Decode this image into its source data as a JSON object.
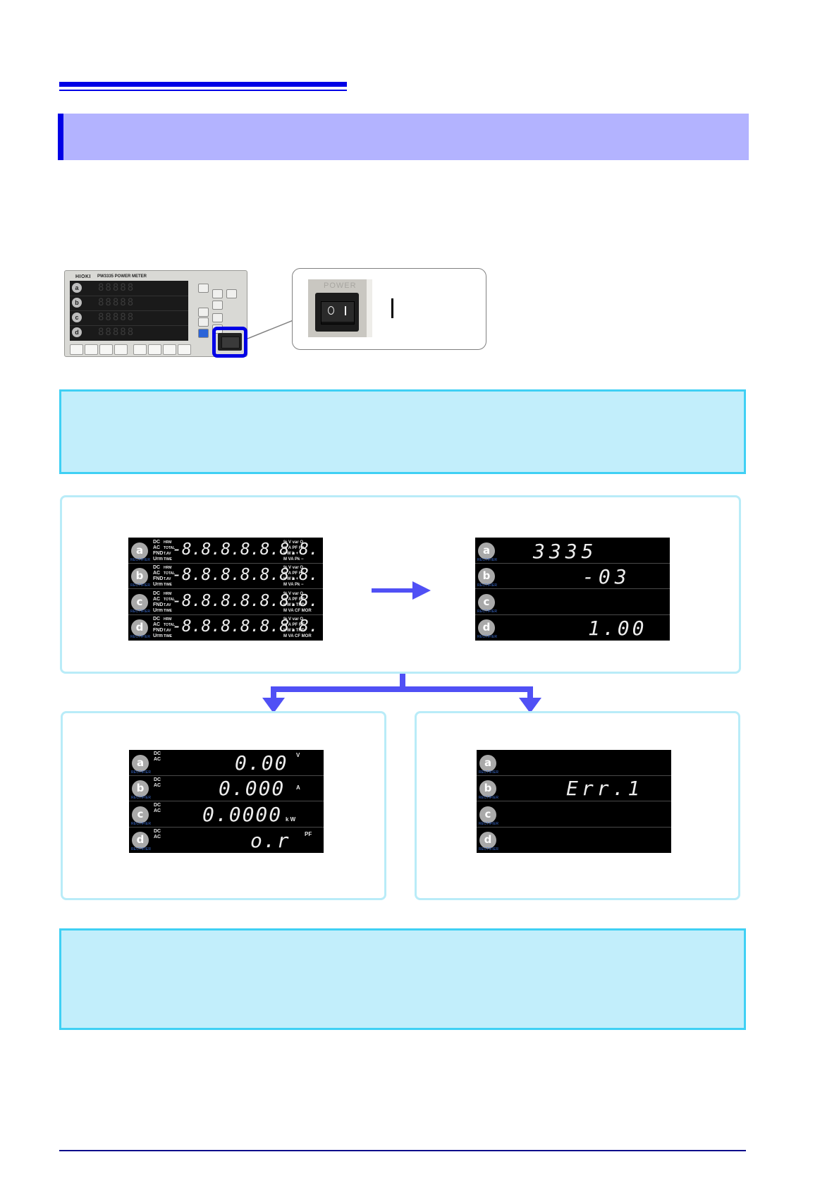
{
  "front_panel": {
    "brand": "HIOKI",
    "model": "PW3335 POWER METER",
    "channels": [
      "a",
      "b",
      "c",
      "d"
    ]
  },
  "callout": {
    "power_label": "POWER",
    "on_symbol": "I"
  },
  "display_selftest": {
    "mode_labels": [
      "DC",
      "AC",
      "FND",
      "Urm"
    ],
    "mode_sublabels": [
      "HRM",
      "TOTAL",
      "T.AV",
      "TIME"
    ],
    "channels": [
      "a",
      "b",
      "c",
      "d"
    ],
    "rectifier_label": "RECTIFIER",
    "rows": [
      {
        "digits": "-8.8.8.8.8.8.8.",
        "units": [
          "% V var O",
          "m A PF Hz",
          "k W h +",
          "M VA Pk −"
        ]
      },
      {
        "digits": "-8.8.8.8.8.8.8.",
        "units": [
          "% V var O",
          "m A PF Hz",
          "k W h +",
          "M VA Pk −"
        ]
      },
      {
        "digits": "-8.8.8.8.8.8.8.",
        "units": [
          "% V var O",
          "m A PF RF",
          "k W h THD",
          "M VA CF MOR"
        ]
      },
      {
        "digits": "-8.8.8.8.8.8.8.",
        "units": [
          "% V var O",
          "m A PF RF",
          "k W h THD",
          "M VA CF MOR"
        ]
      }
    ]
  },
  "display_version": {
    "channels": [
      "a",
      "b",
      "c",
      "d"
    ],
    "rectifier_label": "RECTIFIER",
    "rows": [
      "3335",
      "-03",
      "",
      "1.00"
    ]
  },
  "display_measure": {
    "channels": [
      "a",
      "b",
      "c",
      "d"
    ],
    "rectifier_label": "RECTIFIER",
    "mode_top": "DC",
    "mode_bottom": "AC",
    "rows": [
      {
        "value": "0.00",
        "unit": "V"
      },
      {
        "value": "0.000",
        "unit": "A"
      },
      {
        "value": "0.0000",
        "unit": "k  W"
      },
      {
        "value": "o.r",
        "unit": "PF"
      }
    ]
  },
  "display_error": {
    "channels": [
      "a",
      "b",
      "c",
      "d"
    ],
    "rectifier_label": "RECTIFIER",
    "rows": [
      "",
      "Err.1",
      "",
      ""
    ]
  },
  "colors": {
    "accent_blue": "#0000e6",
    "title_band": "#b3b3ff",
    "note_fill": "#c2eefb",
    "note_border": "#3fd0f4",
    "arrow": "#5050f5"
  }
}
